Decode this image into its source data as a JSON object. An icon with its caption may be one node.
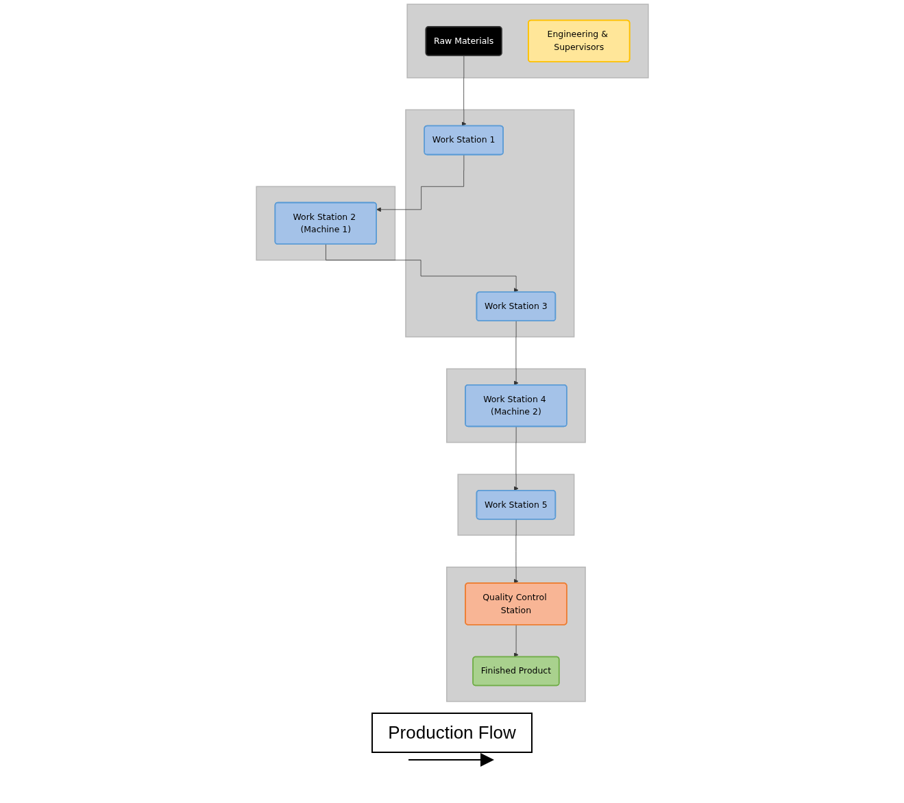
{
  "diagram": {
    "nodes": [
      {
        "text": [],
        "shape": "box"
      },
      {
        "text": [
          "Raw Materials"
        ],
        "in": 0
      },
      {
        "text": [
          "Engineering & Supervisors"
        ],
        "in": 0
      },
      {
        "text": [],
        "shape": "box"
      },
      {
        "text": [
          "Quality Control Station"
        ],
        "in": 3
      },
      {
        "text": [
          "Finished Product"
        ],
        "in": 3
      },
      {
        "text": [],
        "shape": "box"
      },
      {
        "text": [
          "Work Station 5"
        ],
        "in": 6
      },
      {
        "text": [],
        "shape": "box"
      },
      {
        "text": [
          "Work Station 1"
        ],
        "in": 8
      },
      {
        "text": [
          "Work Station 3"
        ],
        "in": 8
      },
      {
        "text": [],
        "shape": "box"
      },
      {
        "text": [
          "Work Station 2 (Machine 1)"
        ],
        "in": 11
      },
      {
        "text": [],
        "shape": "box"
      },
      {
        "text": [
          "Work Station 4 (Machine 2)"
        ],
        "in": 13
      }
    ],
    "edges": [
      {
        "from": 1,
        "to": 9,
        "arrow": "to"
      },
      {
        "from": 9,
        "to": 12,
        "arrow": "to"
      },
      {
        "from": 12,
        "to": 10,
        "arrow": "to"
      },
      {
        "from": 10,
        "to": 14,
        "arrow": "to"
      },
      {
        "from": 14,
        "to": 7,
        "arrow": "to"
      },
      {
        "from": 7,
        "to": 4,
        "arrow": "to"
      },
      {
        "from": 4,
        "to": 5,
        "arrow": "to"
      }
    ],
    "legend": [
      {
        "text": "Production Flow"
      }
    ]
  }
}
